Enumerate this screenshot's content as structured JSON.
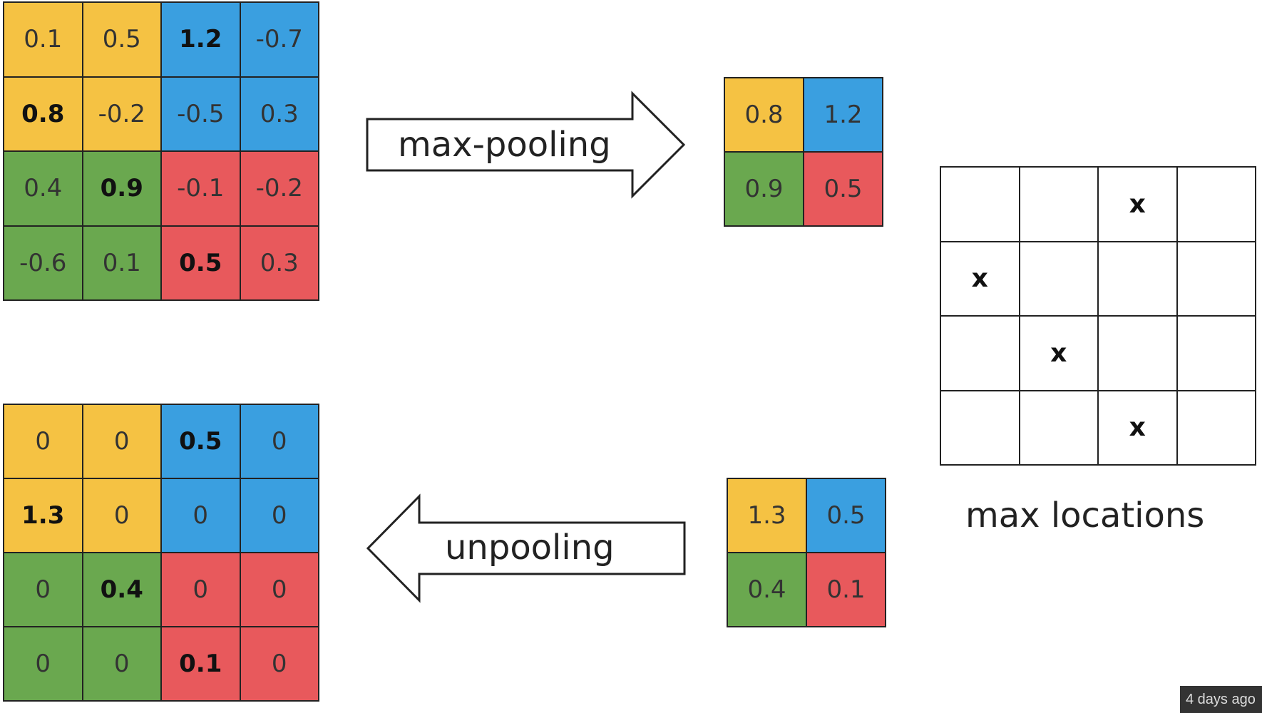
{
  "input_matrix": [
    [
      {
        "v": "0.1",
        "c": "y",
        "b": false
      },
      {
        "v": "0.5",
        "c": "y",
        "b": false
      },
      {
        "v": "1.2",
        "c": "b",
        "b": true
      },
      {
        "v": "-0.7",
        "c": "b",
        "b": false
      }
    ],
    [
      {
        "v": "0.8",
        "c": "y",
        "b": true
      },
      {
        "v": "-0.2",
        "c": "y",
        "b": false
      },
      {
        "v": "-0.5",
        "c": "b",
        "b": false
      },
      {
        "v": "0.3",
        "c": "b",
        "b": false
      }
    ],
    [
      {
        "v": "0.4",
        "c": "g",
        "b": false
      },
      {
        "v": "0.9",
        "c": "g",
        "b": true
      },
      {
        "v": "-0.1",
        "c": "r",
        "b": false
      },
      {
        "v": "-0.2",
        "c": "r",
        "b": false
      }
    ],
    [
      {
        "v": "-0.6",
        "c": "g",
        "b": false
      },
      {
        "v": "0.1",
        "c": "g",
        "b": false
      },
      {
        "v": "0.5",
        "c": "r",
        "b": true
      },
      {
        "v": "0.3",
        "c": "r",
        "b": false
      }
    ]
  ],
  "pooled_matrix": [
    [
      {
        "v": "0.8",
        "c": "y"
      },
      {
        "v": "1.2",
        "c": "b"
      }
    ],
    [
      {
        "v": "0.9",
        "c": "g"
      },
      {
        "v": "0.5",
        "c": "r"
      }
    ]
  ],
  "unpool_input_matrix": [
    [
      {
        "v": "1.3",
        "c": "y"
      },
      {
        "v": "0.5",
        "c": "b"
      }
    ],
    [
      {
        "v": "0.4",
        "c": "g"
      },
      {
        "v": "0.1",
        "c": "r"
      }
    ]
  ],
  "output_matrix": [
    [
      {
        "v": "0",
        "c": "y",
        "b": false
      },
      {
        "v": "0",
        "c": "y",
        "b": false
      },
      {
        "v": "0.5",
        "c": "b",
        "b": true
      },
      {
        "v": "0",
        "c": "b",
        "b": false
      }
    ],
    [
      {
        "v": "1.3",
        "c": "y",
        "b": true
      },
      {
        "v": "0",
        "c": "y",
        "b": false
      },
      {
        "v": "0",
        "c": "b",
        "b": false
      },
      {
        "v": "0",
        "c": "b",
        "b": false
      }
    ],
    [
      {
        "v": "0",
        "c": "g",
        "b": false
      },
      {
        "v": "0.4",
        "c": "g",
        "b": true
      },
      {
        "v": "0",
        "c": "r",
        "b": false
      },
      {
        "v": "0",
        "c": "r",
        "b": false
      }
    ],
    [
      {
        "v": "0",
        "c": "g",
        "b": false
      },
      {
        "v": "0",
        "c": "g",
        "b": false
      },
      {
        "v": "0.1",
        "c": "r",
        "b": true
      },
      {
        "v": "0",
        "c": "r",
        "b": false
      }
    ]
  ],
  "max_locations": [
    [
      "",
      "",
      "x",
      ""
    ],
    [
      "x",
      "",
      "",
      ""
    ],
    [
      "",
      "x",
      "",
      ""
    ],
    [
      "",
      "",
      "x",
      ""
    ]
  ],
  "labels": {
    "max_pooling": "max-pooling",
    "unpooling": "unpooling",
    "max_locations": "max locations",
    "timestamp": "4 days ago"
  },
  "colors": {
    "y": "#f5c243",
    "b": "#3a9fe0",
    "g": "#6aa84f",
    "r": "#e8595c"
  }
}
